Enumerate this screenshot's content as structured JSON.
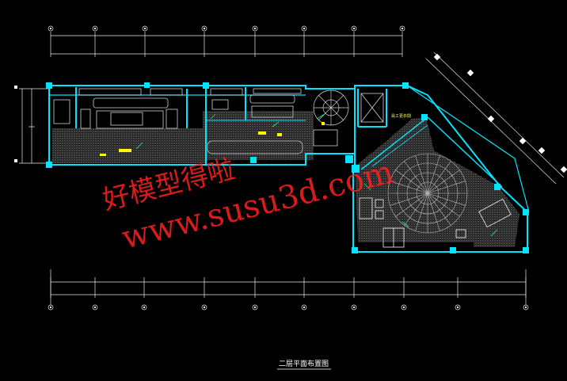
{
  "drawing": {
    "title": "二层平面布置图",
    "watermark_cn": "好模型得啦",
    "watermark_url": "www.susu3d.com",
    "room_labels": [
      "員工更衣間"
    ],
    "colors": {
      "background": "#000000",
      "wall": "#00e5ff",
      "dimension": "#ffffff",
      "furniture": "#c8c8c8",
      "accent": "#ffff00",
      "green": "#00ff66",
      "watermark": "#ff2020"
    }
  }
}
